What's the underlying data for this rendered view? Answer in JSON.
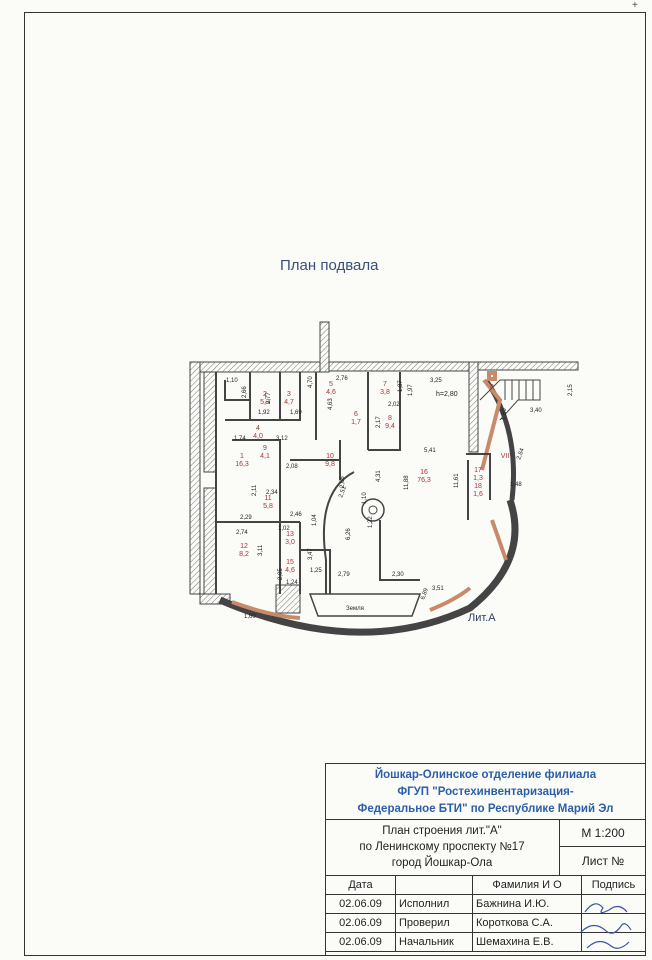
{
  "plan": {
    "title": "План подвала",
    "height_label": "h=2,80",
    "lit_label": "Лит.А",
    "ground_label": "Земля",
    "rooms": [
      {
        "num": "1",
        "area": "16,3"
      },
      {
        "num": "2",
        "area": "5,3"
      },
      {
        "num": "3",
        "area": "4,7"
      },
      {
        "num": "4",
        "area": "4,0"
      },
      {
        "num": "5",
        "area": "4,6"
      },
      {
        "num": "6",
        "area": "1,7"
      },
      {
        "num": "7",
        "area": "3,8"
      },
      {
        "num": "8",
        "area": "9,4"
      },
      {
        "num": "9",
        "area": "4,1"
      },
      {
        "num": "10",
        "area": "9,8"
      },
      {
        "num": "11",
        "area": "5,8"
      },
      {
        "num": "12",
        "area": "8,2"
      },
      {
        "num": "13",
        "area": "3,0"
      },
      {
        "num": "15",
        "area": "4,6"
      },
      {
        "num": "16",
        "area": "76,3"
      },
      {
        "num": "17",
        "area": "1,3"
      },
      {
        "num": "18",
        "area": "1,6"
      }
    ],
    "roman_labels": [
      "VII",
      "а"
    ],
    "dimensions": [
      "3,25",
      "5,41",
      "11,88",
      "11,61",
      "2,76",
      "1,92",
      "1,69",
      "2,77",
      "1,10",
      "2,66",
      "3,12",
      "2,08",
      "1,74",
      "2,29",
      "2,74",
      "2,46",
      "3,11",
      "3,47",
      "6,26",
      "1,10",
      "2,79",
      "2,30",
      "3,51",
      "2,15",
      "3,40",
      "1,60",
      "2,64",
      "1,48",
      "1,60",
      "4,70",
      "2,17",
      "4,63",
      "2,02",
      "1,87",
      "1,97",
      "2,34",
      "2,11",
      "2,66",
      "4,31",
      "2,51",
      "1,22",
      "1,02",
      "1,04",
      "1,25",
      "2,05",
      "1,24",
      "6,89"
    ]
  },
  "stamp": {
    "org_lines": [
      "Йошкар-Олинское отделение филиала",
      "ФГУП \"Ростехинвентаризация-",
      "Федеральное БТИ\"  по Республике Марий Эл"
    ],
    "desc_lines": [
      "План строения лит.\"А\"",
      "по  Ленинскому проспекту №17",
      "город   Йошкар-Ола"
    ],
    "scale": "М 1:200",
    "sheet": "Лист №",
    "headers": {
      "date": "Дата",
      "role": "",
      "name": "Фамилия И О",
      "sign": "Подпись"
    },
    "rows": [
      {
        "date": "02.06.09",
        "role": "Исполнил",
        "name": "Бажнина И.Ю."
      },
      {
        "date": "02.06.09",
        "role": "Проверил",
        "name": "Короткова С.А."
      },
      {
        "date": "02.06.09",
        "role": "Начальник",
        "name": "Шемахина Е.В."
      }
    ]
  },
  "colors": {
    "wall": "#444444",
    "hatch": "#888888",
    "brick": "#c98a6a",
    "title": "#3a4f7a",
    "org": "#2b5fa8"
  }
}
